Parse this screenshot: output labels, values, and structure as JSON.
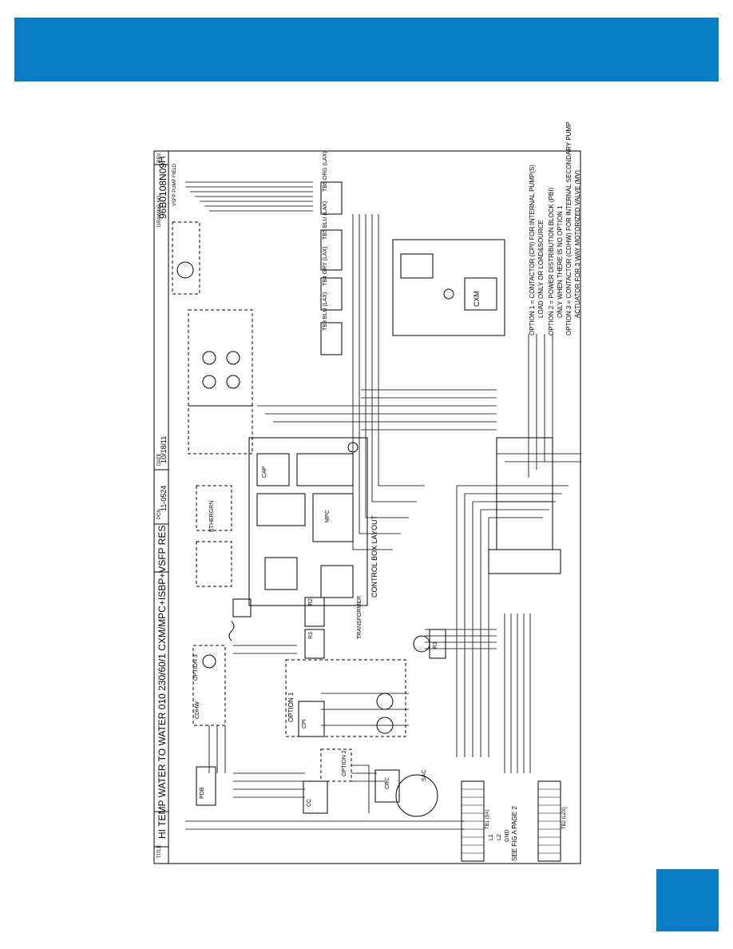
{
  "header": {
    "color": "#0a7cc4"
  },
  "title_block": {
    "title_label": "TITLE",
    "title": "HI TEMP WATER TO WATER 010 230/60/1 CXM/MPC+ISBP+VSFP RES.",
    "pcn_label": "PCN",
    "pcn": "11-0524",
    "date_label": "DATE",
    "date": "10/18/11",
    "drawing_label": "DRAWING NO.",
    "drawing_no": "96B0108N09",
    "rev_label": "REV.",
    "rev": "H"
  },
  "notes": [
    "OPTION 1 = CONTACTOR (CPI) FOR INTERNAL PUMP(S)",
    "LOAD ONLY OR LOAD&SOURCE",
    "OPTION 2 = POWER DISTRIBUTION BLOCK (PBI)",
    "ONLY WHEN THERE IS NO OPTION 1",
    "OPTION 3 = CONTACTOR (CDHW) FOR INTERNAL SECONDARY PUMP",
    "ACTUATOR FOR 3 WAY MOTORIZED VALVE (MV)"
  ],
  "labels": {
    "control_box": "CONTROL BOX LAYOUT",
    "transformer": "TRANSFORMER",
    "ethergrn": "ETHERGRN",
    "vsfp_field": "VSFP PUMP FIELD",
    "see_fig": "SEE FIG A PAGE 2",
    "tb1": "TB1 (SX)",
    "tb2": "TB2 (LZX)",
    "tb3": "TB3 BLU (LAX)",
    "tb4": "TB4 GRY (LAX)",
    "tb5": "TB5 BLU (LAX)",
    "tb6": "TB6 ORG (LAX)",
    "pdb": "PDB",
    "cc": "CC",
    "cpi": "CPI",
    "cdhw": "CDHW",
    "option1": "OPTION 1",
    "option2": "OPTION 2",
    "option3": "OPTION 3",
    "cxm": "CXM",
    "mpc": "MPC",
    "r1": "R1",
    "r2": "R2",
    "r3": "R3",
    "sac": "SAC",
    "crc": "CRC",
    "l1": "L1",
    "l2": "L2",
    "gnd": "GND",
    "cap": "CAP"
  }
}
